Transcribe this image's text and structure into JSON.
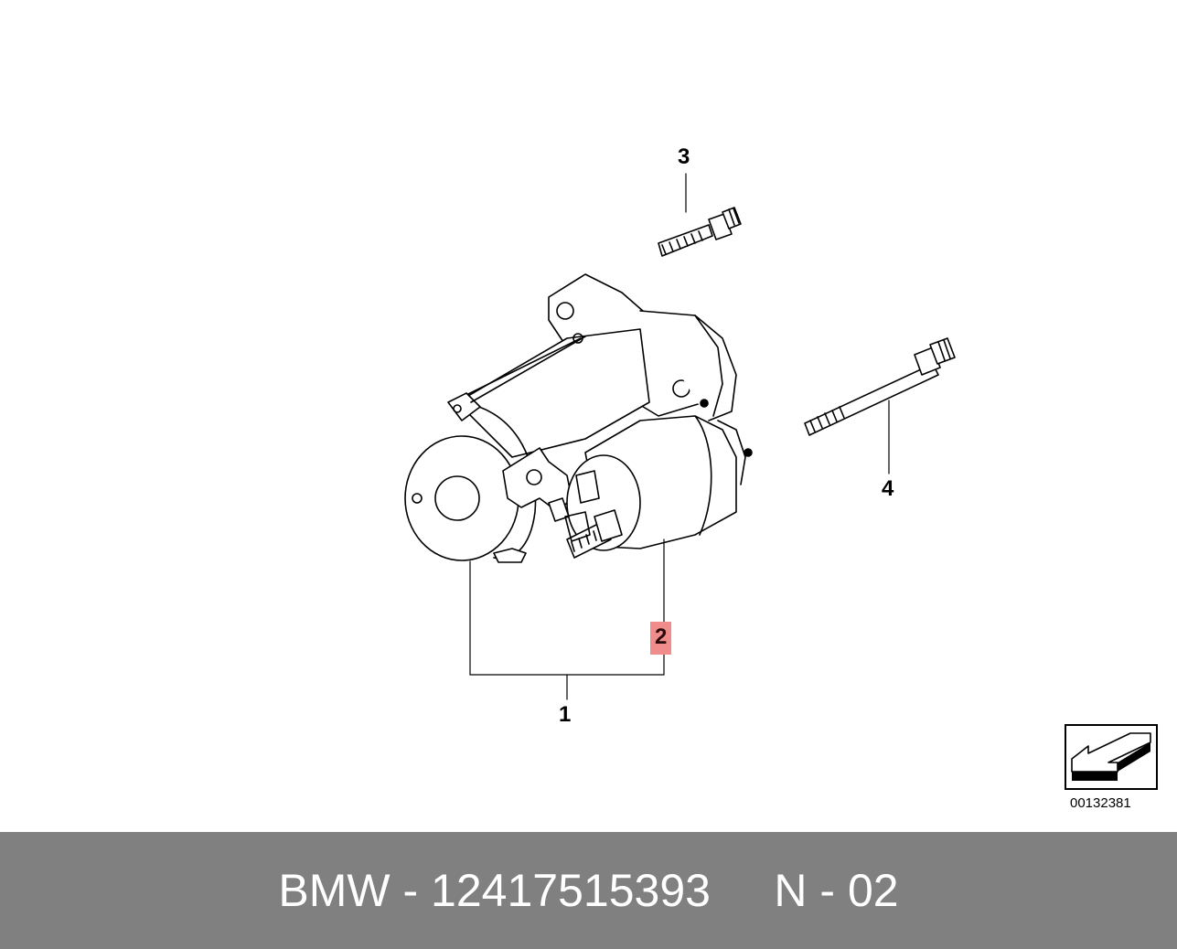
{
  "callouts": {
    "part_1": "1",
    "part_2": "2",
    "part_3": "3",
    "part_4": "4"
  },
  "reference_code": "00132381",
  "footer": {
    "brand": "BMW",
    "separator": " - ",
    "part_number": "12417515393",
    "gap": "     ",
    "suffix": "N - 02"
  },
  "colors": {
    "highlight": "#f08c8c",
    "footer_background": "#808080",
    "footer_text": "#ffffff",
    "line_art": "#000000"
  }
}
